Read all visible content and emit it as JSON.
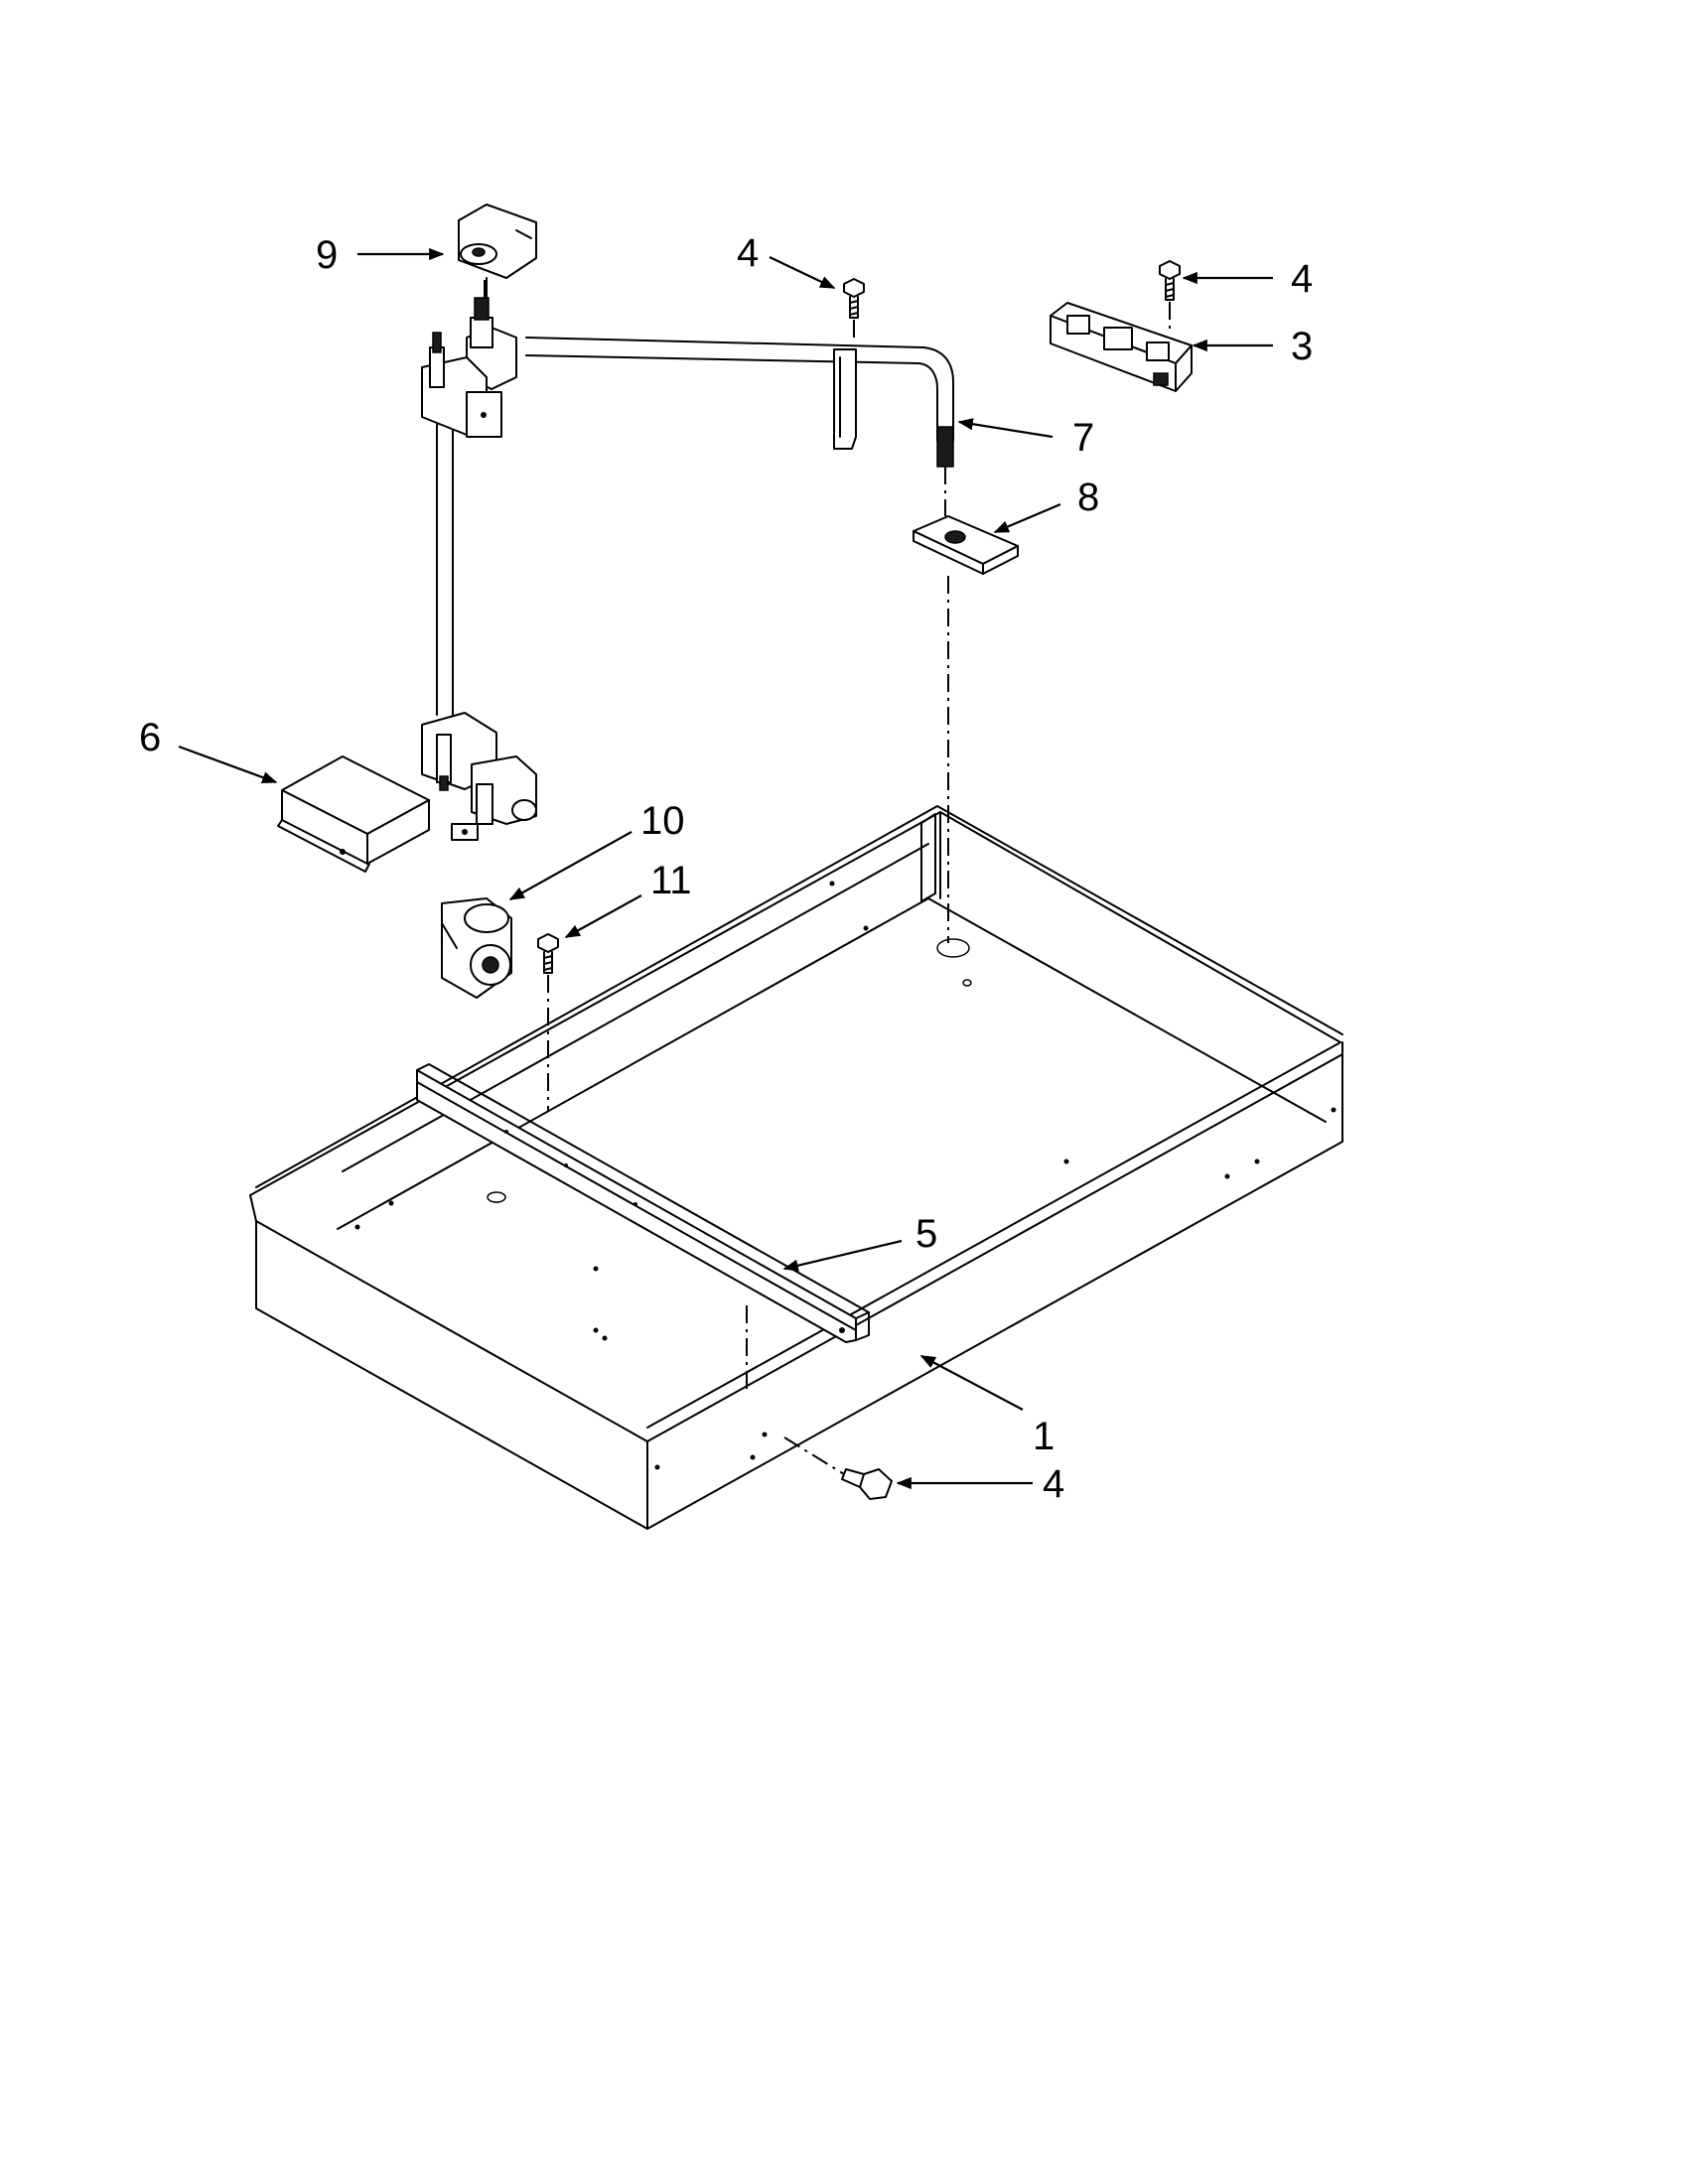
{
  "diagram": {
    "callouts": [
      {
        "id": "c9",
        "label": "9"
      },
      {
        "id": "c4a",
        "label": "4"
      },
      {
        "id": "c4b",
        "label": "4"
      },
      {
        "id": "c3",
        "label": "3"
      },
      {
        "id": "c7",
        "label": "7"
      },
      {
        "id": "c8",
        "label": "8"
      },
      {
        "id": "c6",
        "label": "6"
      },
      {
        "id": "c10",
        "label": "10"
      },
      {
        "id": "c11",
        "label": "11"
      },
      {
        "id": "c5",
        "label": "5"
      },
      {
        "id": "c1",
        "label": "1"
      },
      {
        "id": "c4c",
        "label": "4"
      }
    ],
    "colors": {
      "line": "#000000",
      "background": "#ffffff"
    }
  }
}
